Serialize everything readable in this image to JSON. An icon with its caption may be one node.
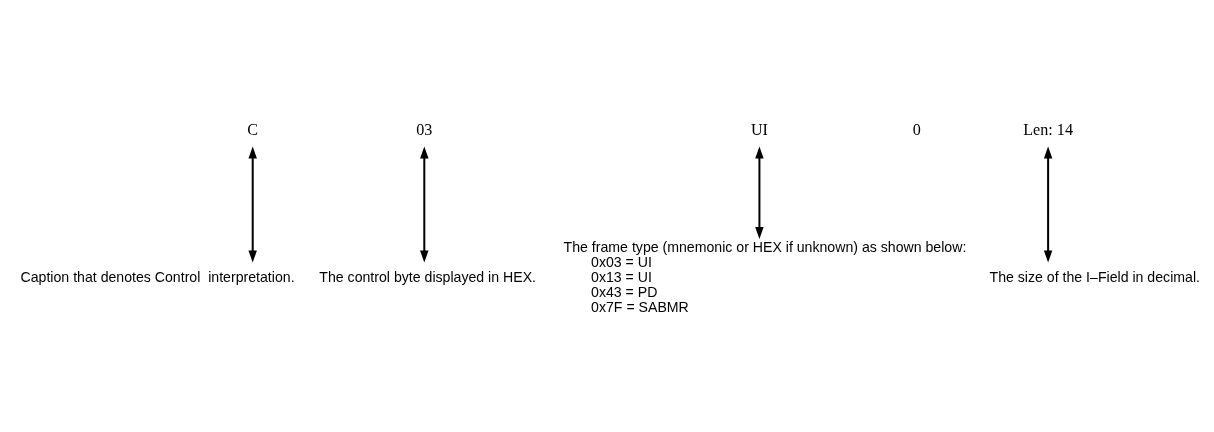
{
  "diagram": {
    "nodes": [
      {
        "text": [
          "C"
        ]
      },
      {
        "text": [
          "03"
        ]
      },
      {
        "text": [
          "UI"
        ]
      },
      {
        "text": [
          "Len: 14"
        ]
      },
      {
        "text": [
          "The size of the I–Field in decimal."
        ]
      },
      {
        "text": [
          "The frame type (mnemonic or HEX if unknown) as shown below:",
          "0x03 = UI",
          "0x13 = UI",
          "0x43 = PD",
          "0x7F = SABMR"
        ]
      },
      {
        "text": [
          "The control byte displayed in HEX."
        ]
      },
      {
        "text": [
          "Caption that denotes Control  interpretation."
        ]
      }
    ],
    "edges": [
      {
        "from": 3,
        "to": 4,
        "arrow": "both"
      },
      {
        "from": 2,
        "to": 5,
        "arrow": "both"
      },
      {
        "from": 1,
        "to": 6,
        "arrow": "both"
      },
      {
        "from": 0,
        "to": 7,
        "arrow": "both"
      }
    ],
    "labels": [
      "0"
    ]
  }
}
